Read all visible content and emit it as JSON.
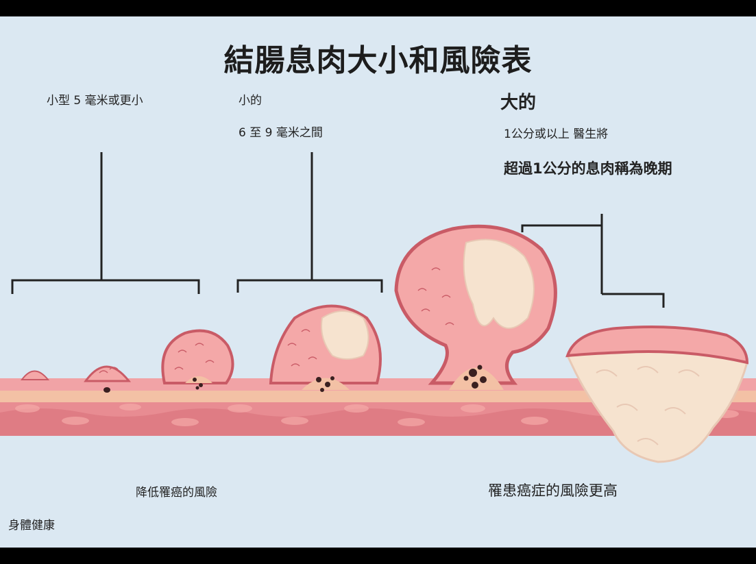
{
  "title": "結腸息肉大小和風險表",
  "small_group": {
    "label": "小型 5 毫米或更小"
  },
  "medium_group": {
    "label": "小的",
    "sublabel": "6 至 9 毫米之間"
  },
  "large_group": {
    "label": "大的",
    "sublabel": "1公分或以上 醫生將",
    "note": "超過1公分的息肉稱為晚期"
  },
  "bottom": {
    "lower_risk": "降低罹癌的風險",
    "higher_risk": "罹患癌症的風險更高",
    "healthy": "身體健康"
  },
  "colors": {
    "background": "#dbe8f2",
    "tissue": "#e88c92",
    "mucosa": "#f3c1a5",
    "polyp": "#f4a8a8",
    "polyp_edge": "#c95b66",
    "tumor": "#f6e3cf"
  }
}
